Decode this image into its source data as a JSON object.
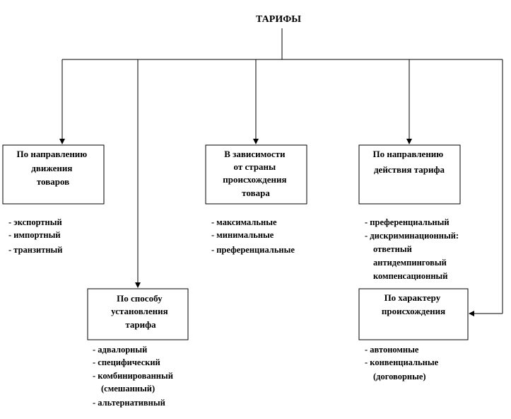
{
  "title": "ТАРИФЫ",
  "boxes": {
    "movement": {
      "lines": [
        "По направлению",
        "движения",
        "товаров"
      ],
      "items": [
        "- экспортный",
        "- импортный",
        "- транзитный"
      ]
    },
    "country": {
      "lines": [
        "В зависимости",
        "от страны",
        "происхождения",
        "товара"
      ],
      "items": [
        "- максимальные",
        "- минимальные",
        "- преференциальные"
      ]
    },
    "action": {
      "lines": [
        "По направлению",
        "действия тарифа"
      ],
      "items": [
        "- преференциальный",
        "- дискриминационный:",
        "ответный",
        "антидемпинговый",
        "компенсационный"
      ]
    },
    "establish": {
      "lines": [
        "По способу",
        "установления",
        "тарифа"
      ],
      "items": [
        "- адвалорный",
        "- специфический",
        "- комбинированный",
        "(смешанный)",
        "- альтернативный"
      ]
    },
    "origin": {
      "lines": [
        "По характеру",
        "происхождения"
      ],
      "items": [
        "- автономные",
        "- конвенциальные",
        "(договорные)"
      ]
    }
  }
}
